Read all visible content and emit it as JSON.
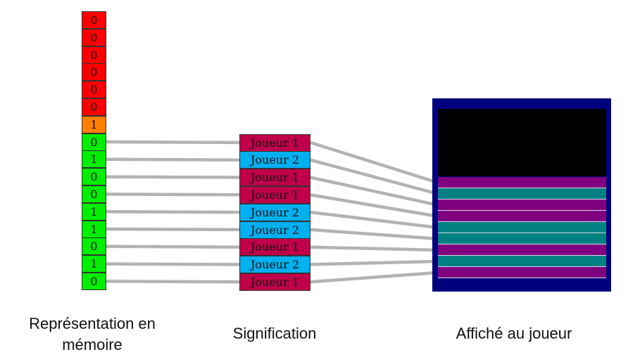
{
  "memory_column": {
    "bits": [
      {
        "value": "0",
        "color": "#ff0000"
      },
      {
        "value": "0",
        "color": "#ff0000"
      },
      {
        "value": "0",
        "color": "#ff0000"
      },
      {
        "value": "0",
        "color": "#ff0000"
      },
      {
        "value": "0",
        "color": "#ff0000"
      },
      {
        "value": "0",
        "color": "#ff0000"
      },
      {
        "value": "1",
        "color": "#ff7f00"
      },
      {
        "value": "0",
        "color": "#00ee00"
      },
      {
        "value": "1",
        "color": "#00ee00"
      },
      {
        "value": "0",
        "color": "#00ee00"
      },
      {
        "value": "0",
        "color": "#00ee00"
      },
      {
        "value": "1",
        "color": "#00ee00"
      },
      {
        "value": "1",
        "color": "#00ee00"
      },
      {
        "value": "0",
        "color": "#00ee00"
      },
      {
        "value": "1",
        "color": "#00ee00"
      },
      {
        "value": "0",
        "color": "#00ee00"
      }
    ]
  },
  "meaning_column": {
    "cells": [
      {
        "label": "Joueur 1",
        "color": "#c0004a"
      },
      {
        "label": "Joueur 2",
        "color": "#00b0f0"
      },
      {
        "label": "Joueur 1",
        "color": "#c0004a"
      },
      {
        "label": "Joueur 1",
        "color": "#c0004a"
      },
      {
        "label": "Joueur 2",
        "color": "#00b0f0"
      },
      {
        "label": "Joueur 2",
        "color": "#00b0f0"
      },
      {
        "label": "Joueur 1",
        "color": "#c0004a"
      },
      {
        "label": "Joueur 2",
        "color": "#00b0f0"
      },
      {
        "label": "Joueur 1",
        "color": "#c0004a"
      }
    ]
  },
  "display_panel": {
    "frame_color": "#00007f",
    "screen_color": "#000000",
    "stripes": [
      {
        "player": "Joueur 1",
        "color": "#800080"
      },
      {
        "player": "Joueur 2",
        "color": "#008080"
      },
      {
        "player": "Joueur 1",
        "color": "#800080"
      },
      {
        "player": "Joueur 1",
        "color": "#800080"
      },
      {
        "player": "Joueur 2",
        "color": "#008080"
      },
      {
        "player": "Joueur 2",
        "color": "#008080"
      },
      {
        "player": "Joueur 1",
        "color": "#800080"
      },
      {
        "player": "Joueur 2",
        "color": "#008080"
      },
      {
        "player": "Joueur 1",
        "color": "#800080"
      }
    ]
  },
  "connector_color": "#b3b3b3",
  "captions": {
    "memory": "Représentation en mémoire",
    "meaning": "Signification",
    "display": "Affiché au joueur"
  }
}
